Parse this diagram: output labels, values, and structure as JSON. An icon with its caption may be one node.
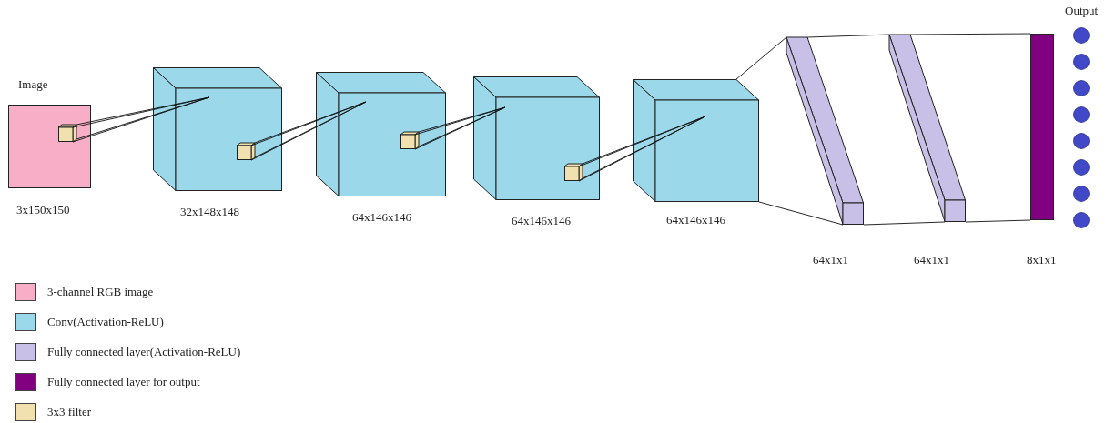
{
  "diagram": {
    "nodes": [
      {
        "text": [
          "Image"
        ],
        "beside": [
          "3x150x150"
        ]
      },
      {
        "text": [],
        "shape": "cube",
        "in": 0
      },
      {
        "text": [],
        "shape": "cube",
        "beside": [
          "32x148x148"
        ]
      },
      {
        "text": [],
        "shape": "cube",
        "in": 2
      },
      {
        "text": [],
        "shape": "cube",
        "beside": [
          "64x146x146"
        ]
      },
      {
        "text": [],
        "shape": "cube",
        "in": 4
      },
      {
        "text": [],
        "shape": "cube",
        "beside": [
          "64x146x146"
        ]
      },
      {
        "text": [],
        "shape": "cube",
        "in": 6
      },
      {
        "text": [],
        "shape": "cube",
        "beside": [
          "64x146x146"
        ]
      },
      {
        "text": [],
        "shape": "bar",
        "beside": [
          "64x1x1"
        ]
      },
      {
        "text": [],
        "shape": "bar",
        "beside": [
          "64x1x1"
        ]
      },
      {
        "text": [],
        "shape": "bar",
        "beside": [
          "8x1x1"
        ]
      },
      {
        "text": [],
        "shape": "circle"
      },
      {
        "text": [],
        "shape": "circle"
      },
      {
        "text": [],
        "shape": "circle"
      },
      {
        "text": [],
        "shape": "circle"
      },
      {
        "text": [],
        "shape": "circle"
      },
      {
        "text": [],
        "shape": "circle"
      },
      {
        "text": [],
        "shape": "circle"
      },
      {
        "text": [],
        "shape": "circle"
      }
    ],
    "edges": [
      {
        "from": 1,
        "to": 2,
        "arrow": "none"
      },
      {
        "from": 3,
        "to": 4,
        "arrow": "none"
      },
      {
        "from": 5,
        "to": 6,
        "arrow": "none"
      },
      {
        "from": 7,
        "to": 8,
        "arrow": "none"
      },
      {
        "from": 8,
        "to": 9,
        "arrow": "none"
      },
      {
        "from": 9,
        "to": 10,
        "arrow": "none"
      },
      {
        "from": 10,
        "to": 11,
        "arrow": "none"
      }
    ],
    "labels": [
      "Output"
    ],
    "legend": [
      {
        "text": "3-channel RGB image",
        "color": "#f9aec8"
      },
      {
        "text": "Conv(Activation-ReLU)",
        "color": "#9ad8ea"
      },
      {
        "text": "Fully connected layer(Activation-ReLU)",
        "color": "#c8c0e6"
      },
      {
        "text": "Fully connected layer for output",
        "color": "#800080"
      },
      {
        "text": "3x3 filter",
        "color": "#f0e1ae"
      }
    ]
  }
}
